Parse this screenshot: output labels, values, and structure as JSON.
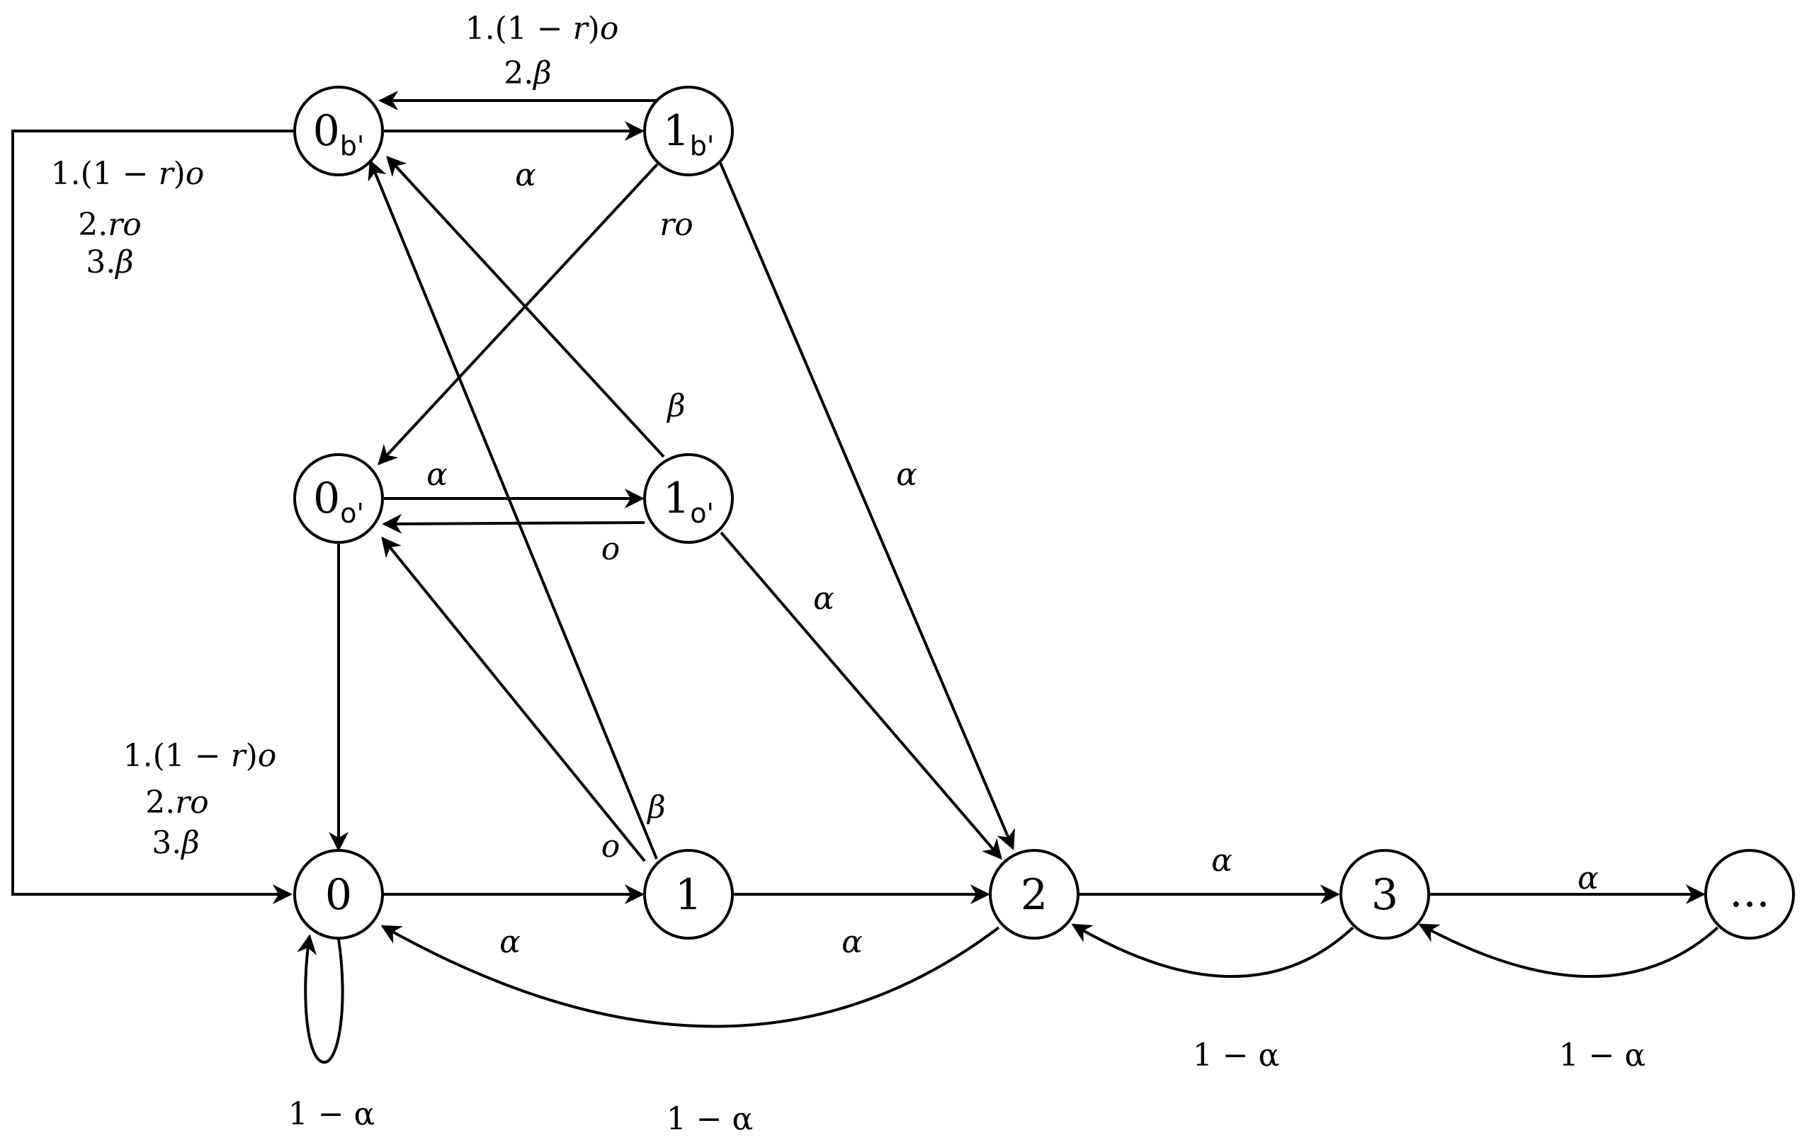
{
  "nodes": {
    "n0b": {
      "main": "0",
      "sub": "b'"
    },
    "n1b": {
      "main": "1",
      "sub": "b'"
    },
    "n0o": {
      "main": "0",
      "sub": "o'"
    },
    "n1o": {
      "main": "1",
      "sub": "o'"
    },
    "n0": {
      "main": "0"
    },
    "n1": {
      "main": "1"
    },
    "n2": {
      "main": "2"
    },
    "n3": {
      "main": "3"
    },
    "ndots": {
      "main": "..."
    }
  },
  "labels": {
    "top_1a": "1.(1 − ",
    "top_1b": "r",
    "top_1c": ")",
    "top_1d": "o",
    "top_2a": "2.",
    "top_2b": "β",
    "left_1a": "1.(1 − ",
    "left_1b": "r",
    "left_1c": ")",
    "left_1d": "o",
    "left_2a": "2.",
    "left_2b": "ro",
    "left_3a": "3.",
    "left_3b": "β",
    "mid_1a": "1.(1 − ",
    "mid_1b": "r",
    "mid_1c": ")",
    "mid_1d": "o",
    "mid_2a": "2.",
    "mid_2b": "ro",
    "mid_3a": "3.",
    "mid_3b": "β",
    "alpha_0b_1b": "α",
    "ro_1b_0o": "ro",
    "beta_1o_0b": "β",
    "alpha_1b_2": "α",
    "alpha_0o_1o": "α",
    "o_1o_0o": "o",
    "alpha_1o_2": "α",
    "beta_1_0b": "β",
    "o_1_0o": "o",
    "alpha_0_1": "α",
    "alpha_1_2": "α",
    "alpha_2_3": "α",
    "alpha_3_dots": "α",
    "self_0": "1 − α",
    "back_2_0": "1 − α",
    "back_3_2": "1 − α",
    "back_dots_3": "1 − α"
  }
}
